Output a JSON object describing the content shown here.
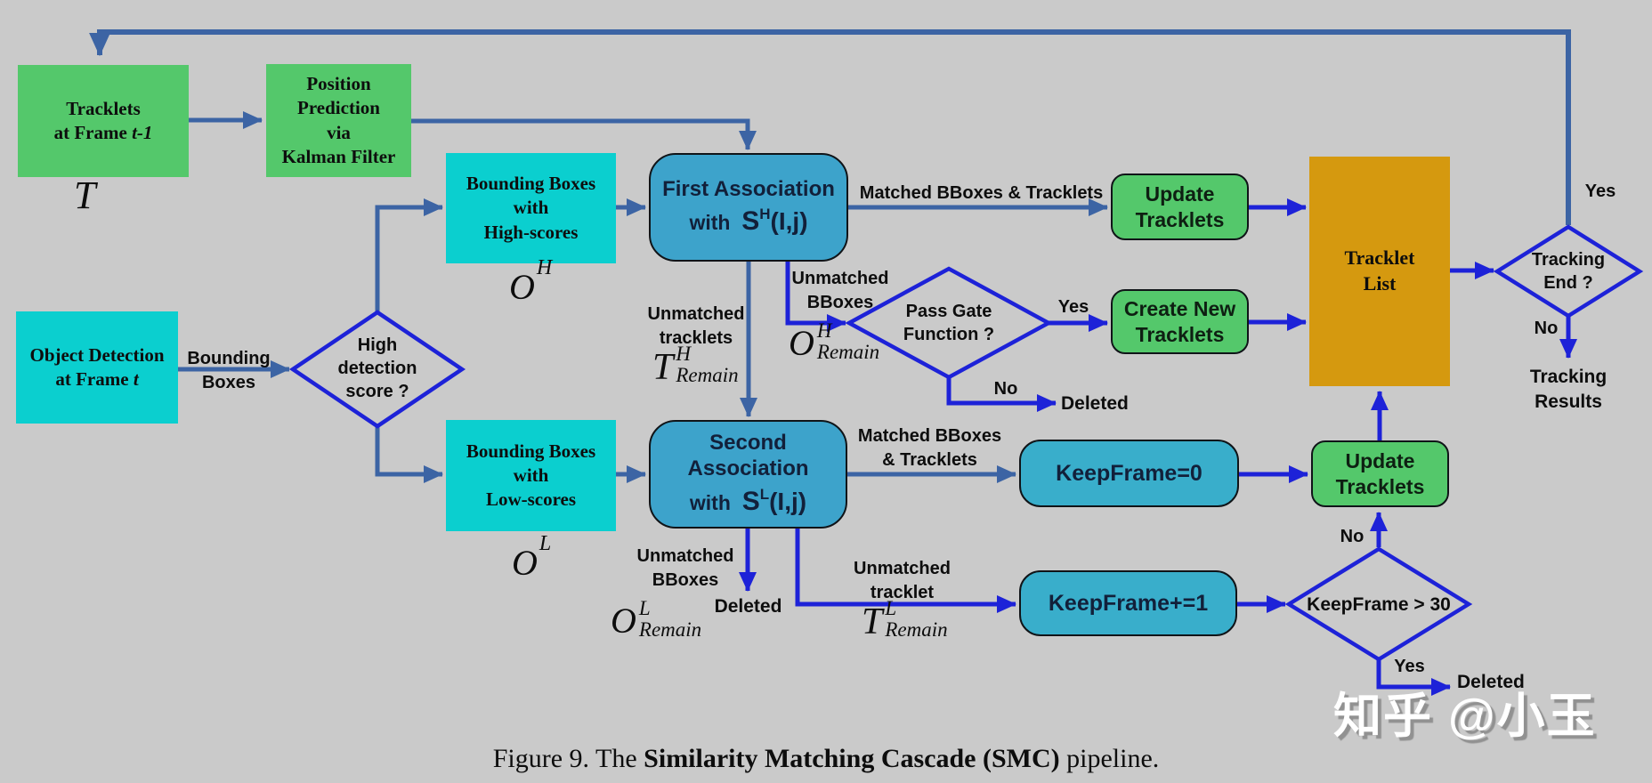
{
  "palette": {
    "background": "#cacaca",
    "green": "#54c86b",
    "cyan": "#0bcfcf",
    "blue_box": "#3da3cb",
    "orange": "#d5990f",
    "steel_arrow": "#3c64a4",
    "bright_arrow": "#1d22d8"
  },
  "nodes": {
    "tracklets": {
      "line1": "Tracklets",
      "line2_prefix": "at Frame ",
      "line2_italic": "t-1"
    },
    "position_prediction": {
      "lines": [
        "Position",
        "Prediction",
        "via",
        "Kalman Filter"
      ]
    },
    "object_detection": {
      "line1": "Object Detection",
      "line2_prefix": "at Frame ",
      "line2_italic": "t"
    },
    "bbox_high": {
      "lines": [
        "Bounding Boxes",
        "with",
        "High-scores"
      ]
    },
    "bbox_low": {
      "lines": [
        "Bounding Boxes",
        "with",
        "Low-scores"
      ]
    },
    "first_assoc": {
      "line1": "First Association",
      "with_word": "with",
      "s_base": "S",
      "s_sup": "H",
      "s_args": "(I,j)"
    },
    "second_assoc": {
      "line1": "Second Association",
      "with_word": "with",
      "s_base": "S",
      "s_sup": "L",
      "s_args": "(I,j)"
    },
    "update_tracklets_1": {
      "lines": [
        "Update",
        "Tracklets"
      ]
    },
    "create_new_tracklets": {
      "lines": [
        "Create New",
        "Tracklets"
      ]
    },
    "tracklet_list": {
      "lines": [
        "Tracklet",
        "List"
      ]
    },
    "keepframe_reset": {
      "label": "KeepFrame=0"
    },
    "keepframe_inc": {
      "label": "KeepFrame+=1"
    },
    "update_tracklets_2": {
      "lines": [
        "Update",
        "Tracklets"
      ]
    }
  },
  "decisions": {
    "high_score": {
      "lines": [
        "High",
        "detection",
        "score ?"
      ]
    },
    "pass_gate": {
      "lines": [
        "Pass Gate",
        "Function ?"
      ]
    },
    "tracking_end": {
      "lines": [
        "Tracking",
        "End ?"
      ]
    },
    "keepframe_30": {
      "label": "KeepFrame > 30"
    }
  },
  "edge_labels": {
    "bounding_boxes": [
      "Bounding",
      "Boxes"
    ],
    "matched_1": "Matched  BBoxes & Tracklets",
    "unmatched_tracklets": [
      "Unmatched",
      "tracklets"
    ],
    "unmatched_bboxes_h": [
      "Unmatched",
      "BBoxes"
    ],
    "yes_pass_gate": "Yes",
    "no_pass_gate": "No",
    "deleted_pass_gate": "Deleted",
    "matched_2": [
      "Matched BBoxes",
      "& Tracklets"
    ],
    "unmatched_bboxes_l": [
      "Unmatched",
      "BBoxes"
    ],
    "deleted_second": "Deleted",
    "unmatched_tracklet_l": [
      "Unmatched",
      "tracklet"
    ],
    "yes_tracking_end": "Yes",
    "no_tracking_end": "No",
    "tracking_results": [
      "Tracking",
      "Results"
    ],
    "no_keepframe": "No",
    "yes_keepframe": "Yes",
    "deleted_keepframe": "Deleted"
  },
  "math": {
    "T": {
      "base": "T"
    },
    "O_H": {
      "base": "O",
      "sup": "H"
    },
    "O_H_remain": {
      "base": "O",
      "sup": "H",
      "sub": "Remain"
    },
    "T_H_remain": {
      "base": "T",
      "sup": "H",
      "sub": "Remain"
    },
    "O_L": {
      "base": "O",
      "sup": "L"
    },
    "O_L_remain": {
      "base": "O",
      "sup": "L",
      "sub": "Remain"
    },
    "T_L_remain": {
      "base": "T",
      "sup": "L",
      "sub": "Remain"
    }
  },
  "caption": {
    "prefix": "Figure 9. The ",
    "bold": "Similarity Matching Cascade (SMC)",
    "suffix": " pipeline."
  },
  "watermark": "知乎 @小玉"
}
